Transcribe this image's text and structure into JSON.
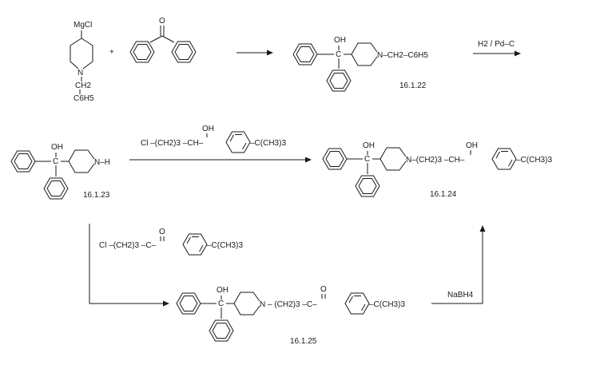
{
  "reagents": {
    "grignard": {
      "mgcl": "MgCl",
      "n": "N",
      "ch2": "CH2",
      "c6h5": "C6H5"
    },
    "plus": "+",
    "ketone_o": "O"
  },
  "compound_16_1_22": {
    "oh": "OH",
    "c": "C",
    "n_chain": "N–CH2–C6H5",
    "id": "16.1.22"
  },
  "step_hydrogenation": {
    "label": "H2 / Pd–C"
  },
  "compound_16_1_23": {
    "oh": "OH",
    "c": "C",
    "nh": "N–H",
    "id": "16.1.23"
  },
  "step_alkylation": {
    "oh": "OH",
    "chain": "Cl –(CH2)3 –CH–",
    "tbu": "–C(CH3)3"
  },
  "compound_16_1_24": {
    "oh": "OH",
    "c": "C",
    "n_chain": "N–(CH2)3 –CH–",
    "oh2": "OH",
    "tbu": "–C(CH3)3",
    "id": "16.1.24"
  },
  "step_acylalkylation": {
    "o": "O",
    "chain": "Cl –(CH2)3 –C–",
    "tbu": "–C(CH3)3"
  },
  "compound_16_1_25": {
    "oh": "OH",
    "c": "C",
    "n_chain": "N – (CH2)3 –C–",
    "o": "O",
    "tbu": "–C(CH3)3",
    "id": "16.1.25"
  },
  "step_reduction": {
    "label": "NaBH4"
  }
}
